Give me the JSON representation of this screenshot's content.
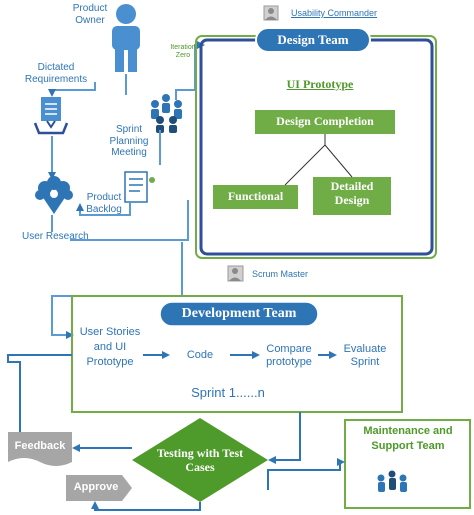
{
  "roles": {
    "product_owner": "Product Owner",
    "usability_commander": "Usability Commander",
    "scrum_master": "Scrum Master"
  },
  "flow": {
    "dictated_requirements": "Dictated Requirements",
    "sprint_planning_meeting": "Sprint Planning Meeting",
    "product_backlog": "Product Backlog",
    "user_research": "User Research",
    "iteration_zero": "Iteration Zero"
  },
  "design_team": {
    "title": "Design Team",
    "ui_prototype": "UI Prototype",
    "design_completion": "Design Completion",
    "functional": "Functional",
    "detailed_design": "Detailed Design"
  },
  "development_team": {
    "title": "Development Team",
    "steps": [
      "User Stories and UI Prototype",
      "Code",
      "Compare prototype",
      "Evaluate Sprint"
    ],
    "sprint": "Sprint 1......n"
  },
  "testing": "Testing with Test Cases",
  "feedback": "Feedback",
  "approve": "Approve",
  "maintenance": "Maintenance and Support Team",
  "colors": {
    "blue": "#2e75b6",
    "navy": "#2f4f9a",
    "green": "#70ad47",
    "dark_green": "#4e9a2a",
    "light_blue": "#5b9bd5",
    "gray": "#a6a6a6"
  }
}
